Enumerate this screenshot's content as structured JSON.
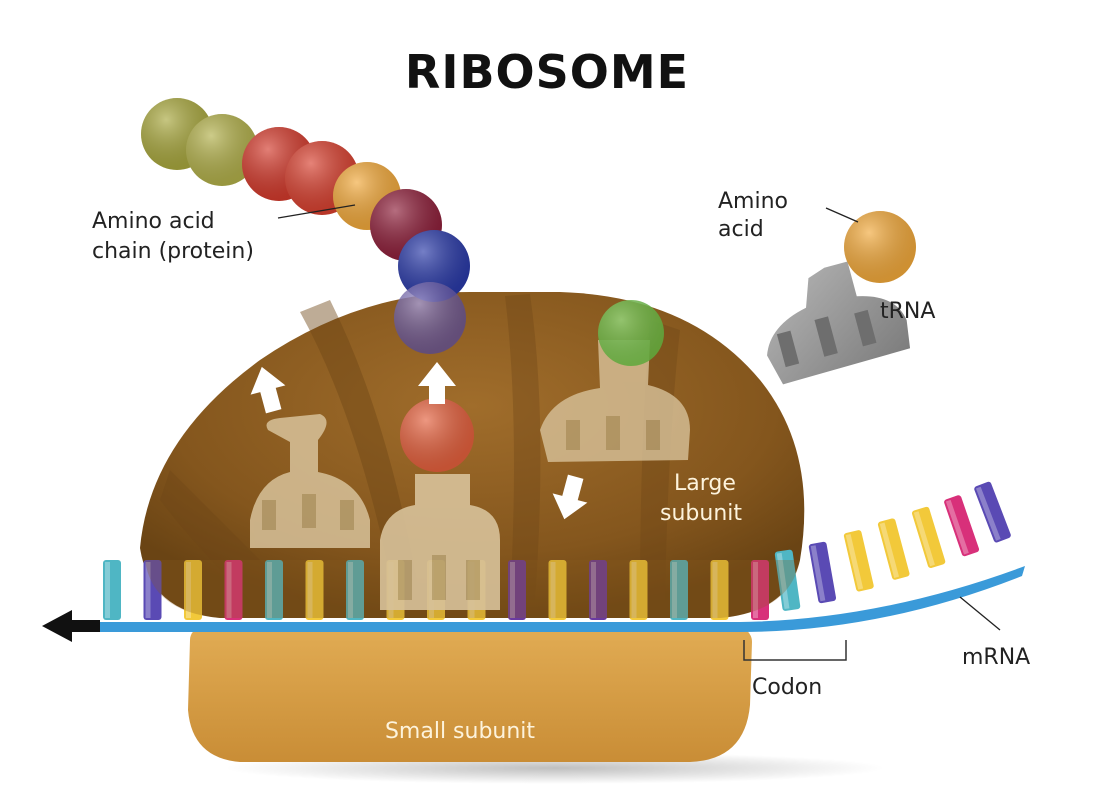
{
  "title": "RIBOSOME",
  "labels": {
    "amino_acid_chain_line1": "Amino acid",
    "amino_acid_chain_line2": "chain (protein)",
    "amino_acid_line1": "Amino",
    "amino_acid_line2": "acid",
    "trna": "tRNA",
    "large_subunit_line1": "Large",
    "large_subunit_line2": "subunit",
    "mrna": "mRNA",
    "codon": "Codon",
    "small_subunit": "Small subunit"
  },
  "colors": {
    "large_subunit": "#8a5a1e",
    "small_subunit": "#d9a24c",
    "mrna_backbone": "#3a9ad9",
    "trna_body": "#d8c29a",
    "free_trna": "#9a9a9a",
    "amino_acid": "#f2a93b",
    "chain": [
      "#a9a83e",
      "#b2b04a",
      "#d33a2c",
      "#d8402f",
      "#f2a93b",
      "#8e1f3a",
      "#2a3aa8",
      "#6a58b0"
    ],
    "nucleotides": [
      "#4fb6c4",
      "#5a4ab4",
      "#f2c93a",
      "#d8307a",
      "#4fb6c4",
      "#f2c93a",
      "#4fb6c4",
      "#f2c93a",
      "#f2c93a",
      "#f2c93a",
      "#6a3aa0",
      "#f2c93a",
      "#6a3aa0",
      "#f2c93a",
      "#4fb6c4",
      "#f2c93a",
      "#d8307a",
      "#4fb6c4",
      "#5a4ab4",
      "#f2c93a",
      "#f2c93a",
      "#f2c93a",
      "#d8307a",
      "#5a4ab4"
    ]
  }
}
